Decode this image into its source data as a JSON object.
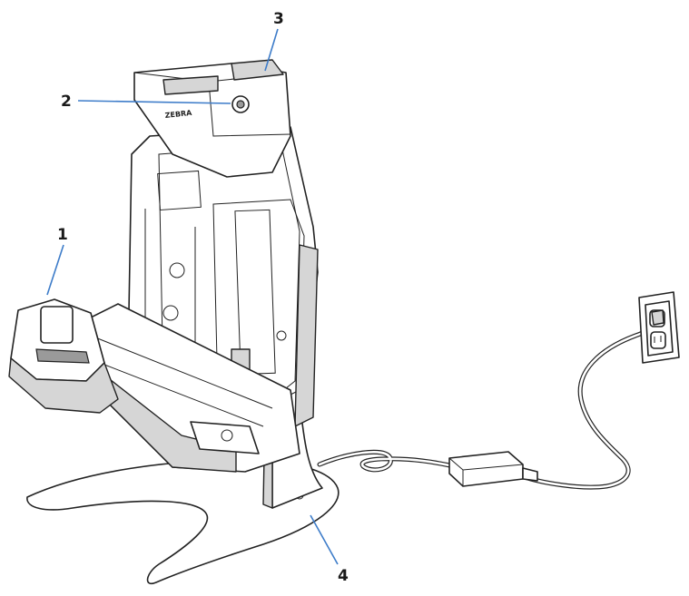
{
  "callouts": [
    {
      "number": "1"
    },
    {
      "number": "2"
    },
    {
      "number": "3"
    },
    {
      "number": "4"
    }
  ],
  "logo": {
    "text": "ZEBRA"
  },
  "colors": {
    "leader": "#3d7cc9",
    "ink": "#222222",
    "shade": "#d6d6d6"
  }
}
